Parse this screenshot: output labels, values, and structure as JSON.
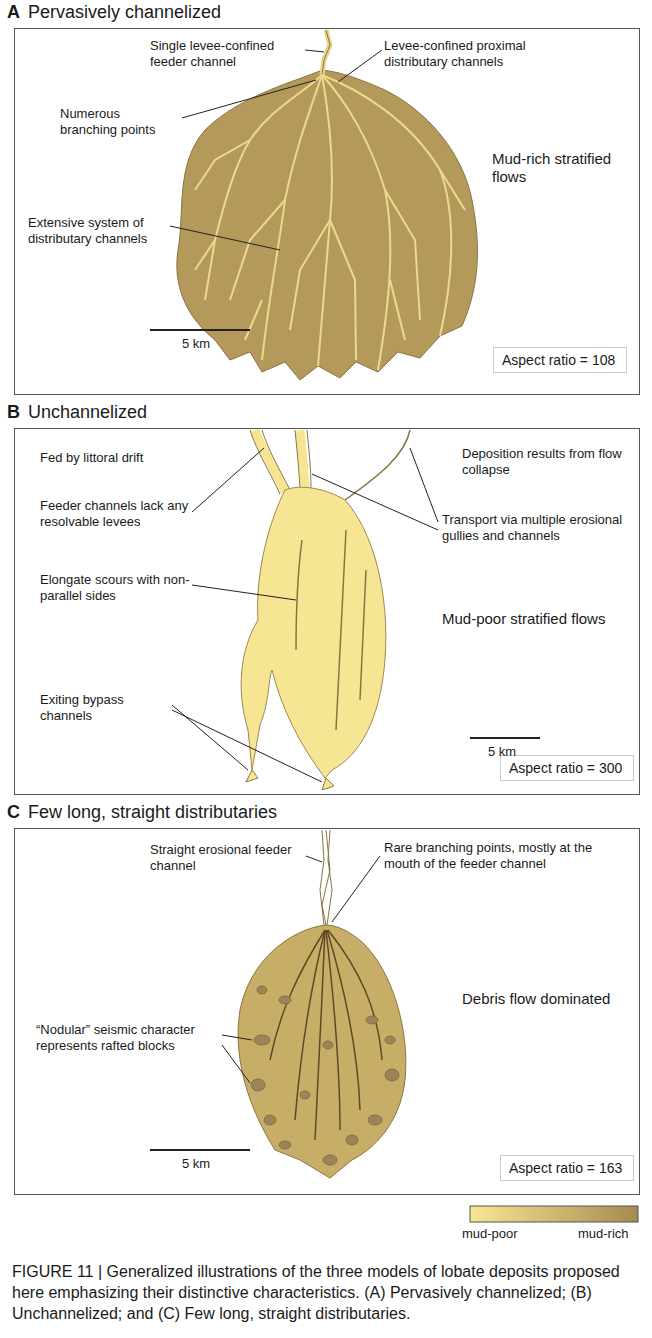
{
  "diagram": {
    "caption": "FIGURE 11 | Generalized illustrations of the three models of lobate deposits proposed here emphasizing their distinctive characteristics. (A) Pervasively channelized; (B) Unchannelized; and (C) Few long, straight distributaries.",
    "nodes": [
      {
        "text": [
          "A",
          "Pervasively channelized"
        ]
      },
      {
        "text": [
          "Aspect ratio = 108"
        ],
        "in": 0
      },
      {
        "text": [
          "B",
          "Unchannelized"
        ]
      },
      {
        "text": [
          "Aspect ratio = 300"
        ],
        "in": 2
      },
      {
        "text": [
          "C",
          "Few long, straight distributaries"
        ]
      },
      {
        "text": [
          "Aspect ratio = 163"
        ],
        "in": 4
      }
    ],
    "labels": [
      "Single levee-confined feeder channel",
      "Levee-confined proximal distributary channels",
      "Numerous branching points",
      "Extensive system of distributary channels",
      "Mud-rich stratified flows",
      "5 km",
      "Fed by littoral drift",
      "Feeder channels lack any resolvable levees",
      "Elongate scours with non-parallel sides",
      "Exiting bypass channels",
      "Deposition results from flow collapse",
      "Transport via multiple erosional gullies and channels",
      "Mud-poor stratified flows",
      "5 km",
      "Straight erosional feeder channel",
      "Rare branching points, mostly at the mouth of the feeder channel",
      "“Nodular” seismic character represents rafted blocks",
      "Debris flow dominated",
      "5 km",
      "mud-poor",
      "mud-rich"
    ]
  }
}
